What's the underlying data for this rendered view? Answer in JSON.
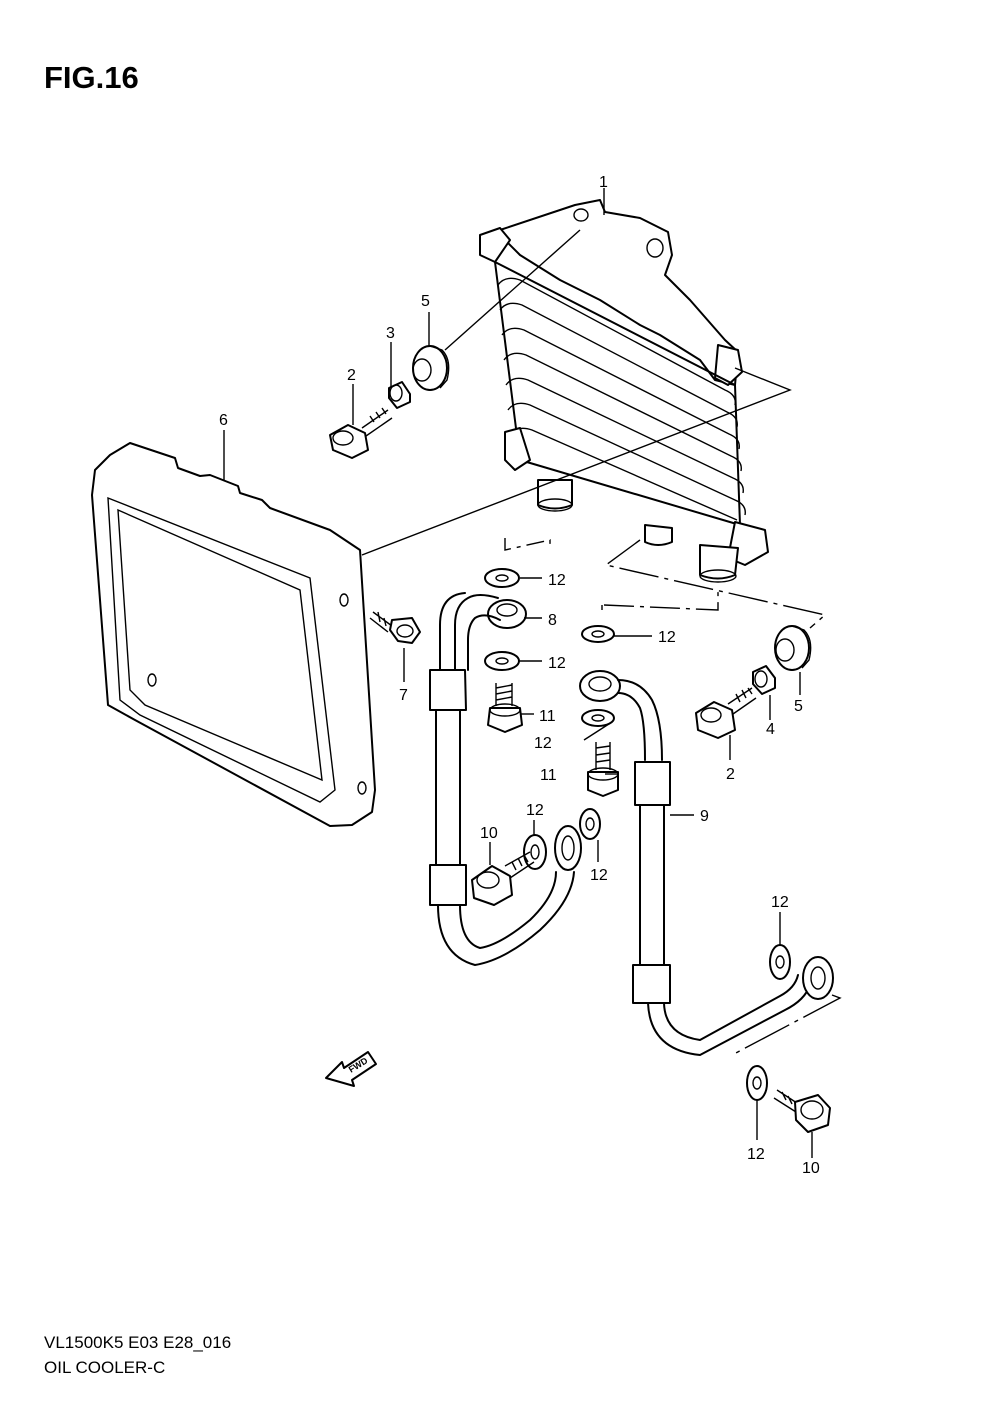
{
  "figure": {
    "title": "FIG.16",
    "code": "VL1500K5 E03 E28_016",
    "name": "OIL COOLER-C"
  },
  "callouts": {
    "c1": "1",
    "c2a": "2",
    "c2b": "2",
    "c3": "3",
    "c4": "4",
    "c5a": "5",
    "c5b": "5",
    "c6": "6",
    "c7": "7",
    "c8": "8",
    "c9": "9",
    "c10a": "10",
    "c10b": "10",
    "c11a": "11",
    "c11b": "11",
    "c12a": "12",
    "c12b": "12",
    "c12c": "12",
    "c12d": "12",
    "c12e": "12",
    "c12f": "12",
    "c12g": "12",
    "c12h": "12"
  },
  "direction_marker": {
    "label": "FWD",
    "icon": "forward-arrow-icon"
  }
}
